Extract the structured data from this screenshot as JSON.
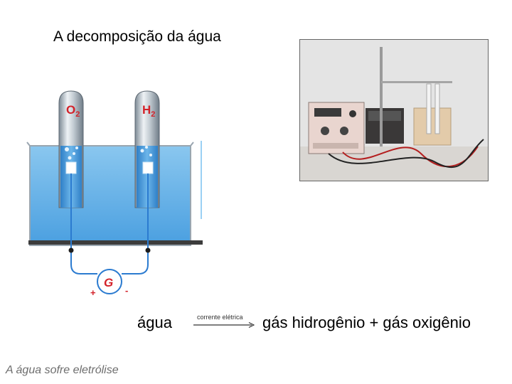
{
  "title": "A decomposição da água",
  "diagram": {
    "tube_left_label": {
      "base": "O",
      "sub": "2"
    },
    "tube_right_label": {
      "base": "H",
      "sub": "2"
    },
    "meter_label": "G",
    "plus_sign": "+",
    "minus_sign": "-",
    "colors": {
      "water": "#5aaee8",
      "water_dark": "#2f7fc7",
      "wire": "#2b7bd0",
      "label_red": "#d3222a"
    }
  },
  "equation": {
    "reactant": "água",
    "arrow_label": "corrente elétrica",
    "products": "gás hidrogênio + gás oxigênio"
  },
  "caption": "A água sofre eletrólise"
}
